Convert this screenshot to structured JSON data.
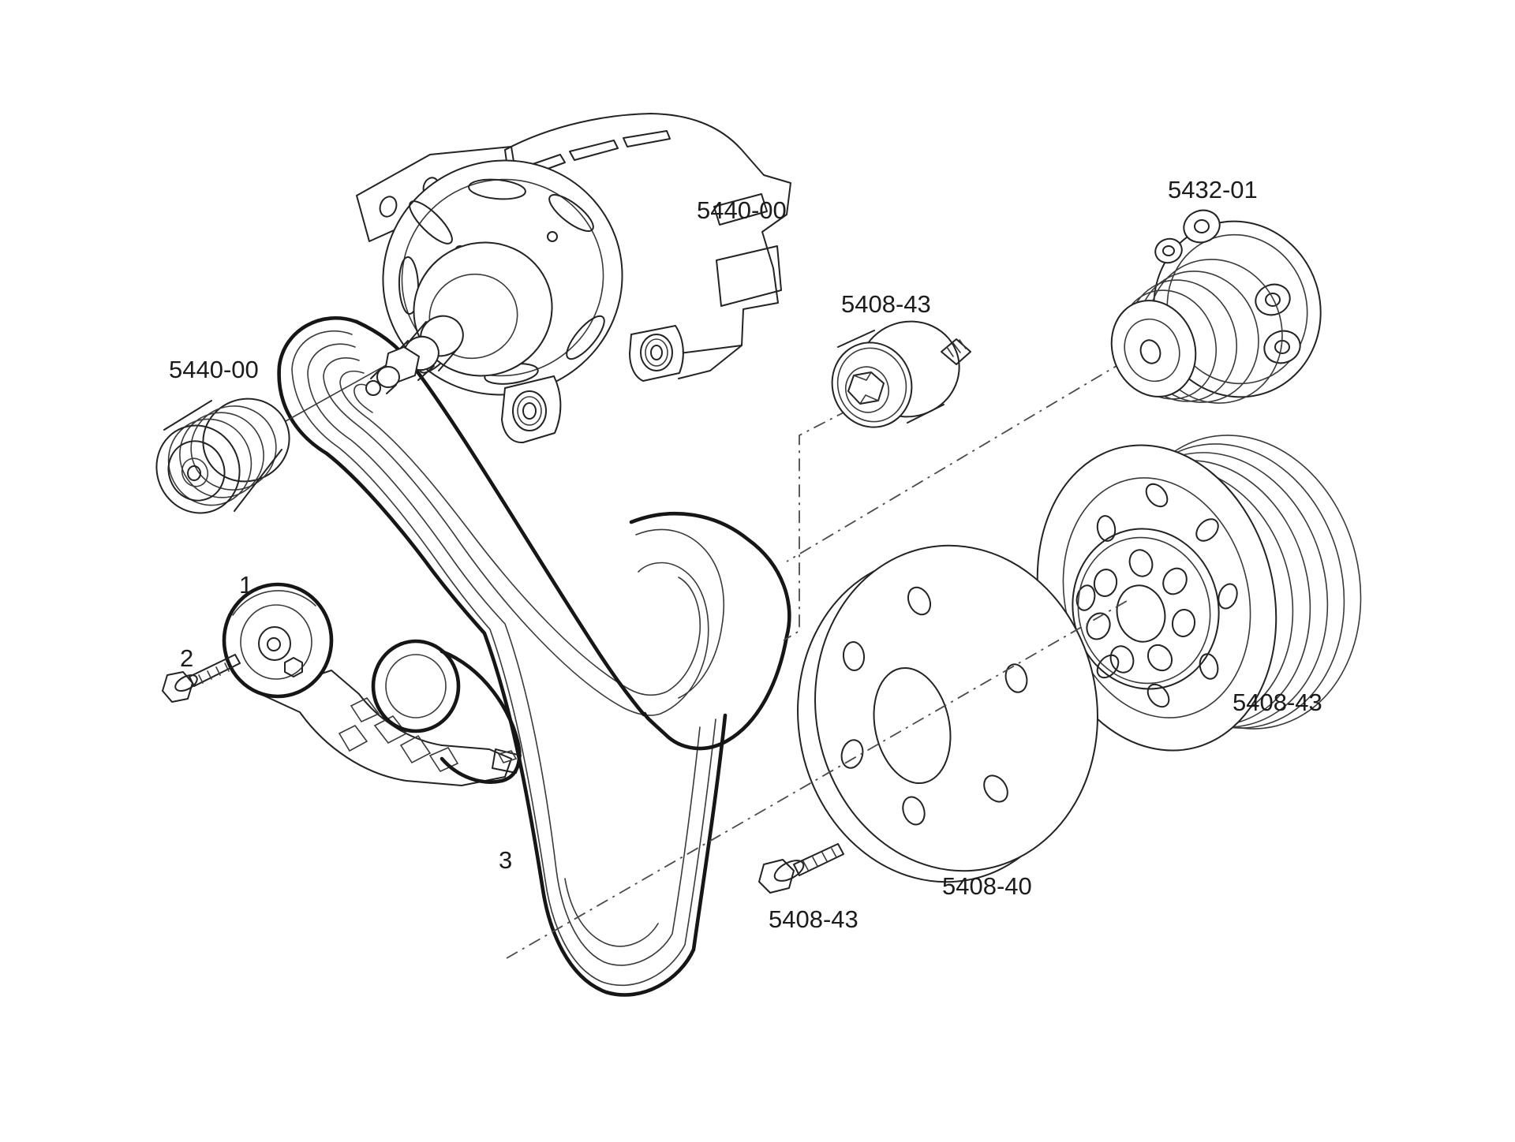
{
  "diagram": {
    "title": "Accessory drive belt exploded parts diagram",
    "background_color": "#ffffff",
    "line_color": "#1c1c1c",
    "labels": [
      {
        "part": "alternator",
        "text": "5440-00"
      },
      {
        "part": "water-pump",
        "text": "5432-01"
      },
      {
        "part": "belt-idler-pulley",
        "text": "5408-43"
      },
      {
        "part": "alternator-pulley",
        "text": "5440-00"
      },
      {
        "part": "belt-tensioner",
        "text": "1"
      },
      {
        "part": "tensioner-bolt",
        "text": "2"
      },
      {
        "part": "drive-belt",
        "text": "3"
      },
      {
        "part": "crankshaft-pulley-bolt",
        "text": "5408-43"
      },
      {
        "part": "crankshaft-damper",
        "text": "5408-40"
      },
      {
        "part": "crankshaft-pulley",
        "text": "5408-43"
      }
    ],
    "parts": [
      {
        "callout": "5440-00",
        "name": "alternator"
      },
      {
        "callout": "5440-00",
        "name": "alternator pulley"
      },
      {
        "callout": "5432-01",
        "name": "water pump"
      },
      {
        "callout": "5408-43",
        "name": "belt idler pulley"
      },
      {
        "callout": "1",
        "name": "belt tensioner assembly"
      },
      {
        "callout": "2",
        "name": "tensioner mounting bolt"
      },
      {
        "callout": "3",
        "name": "serpentine drive belt"
      },
      {
        "callout": "5408-40",
        "name": "crankshaft damper disc"
      },
      {
        "callout": "5408-43",
        "name": "crankshaft ribbed pulley"
      },
      {
        "callout": "5408-43",
        "name": "crankshaft pulley bolt"
      }
    ]
  }
}
